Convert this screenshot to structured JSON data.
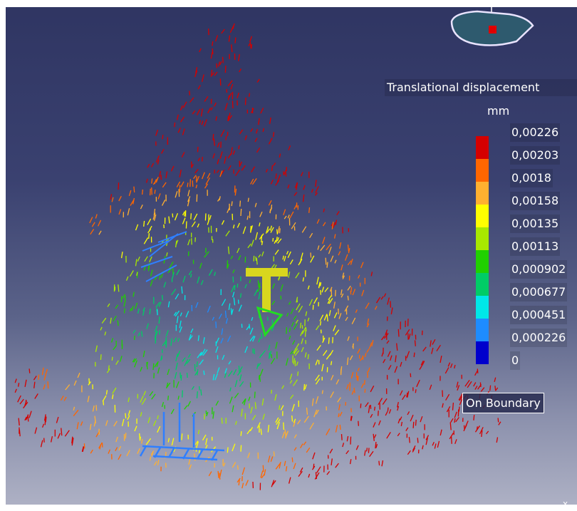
{
  "legend": {
    "title": "Translational displacement",
    "unit": "mm",
    "ticks": [
      "0,00226",
      "0,00203",
      "0,0018",
      "0,00158",
      "0,00135",
      "0,00113",
      "0,000902",
      "0,000677",
      "0,000451",
      "0,000226",
      "0"
    ],
    "colors": [
      "#d40000",
      "#ff6600",
      "#ffb030",
      "#ffff00",
      "#a8e800",
      "#20d000",
      "#00cc66",
      "#00e8e8",
      "#1e8cff",
      "#0000cc"
    ],
    "on_boundary": "On Boundary"
  },
  "compass": {
    "icon": "compass-icon"
  },
  "axis": {
    "x_label": "x"
  }
}
